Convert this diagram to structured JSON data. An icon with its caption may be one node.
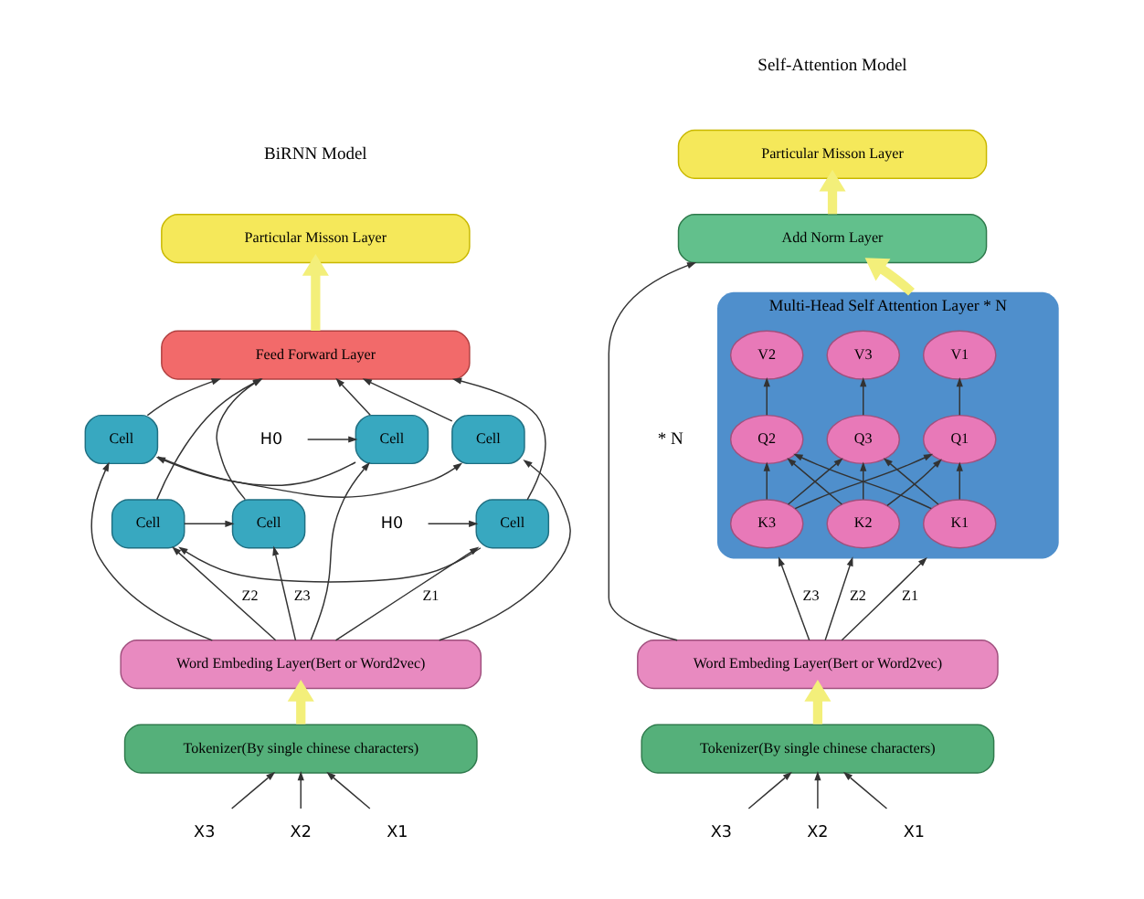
{
  "diagram": {
    "nodes": [
      {
        "text": [
          "Particular Misson Layer"
        ]
      },
      {
        "text": [
          "Feed Forward Layer"
        ]
      },
      {
        "text": [
          "Cell"
        ]
      },
      {
        "text": [
          "Cell"
        ]
      },
      {
        "text": [
          "Cell"
        ]
      },
      {
        "text": [
          "Cell"
        ]
      },
      {
        "text": [
          "Cell"
        ]
      },
      {
        "text": [
          "Cell"
        ]
      },
      {
        "text": [
          "H0"
        ]
      },
      {
        "text": [
          "H0"
        ]
      },
      {
        "text": [
          "Word Embeding Layer(Bert or Word2vec)"
        ]
      },
      {
        "text": [
          "Tokenizer(By single chinese characters)"
        ]
      },
      {
        "text": [
          "X1"
        ]
      },
      {
        "text": [
          "X2"
        ]
      },
      {
        "text": [
          "X3"
        ]
      },
      {
        "text": [
          "Particular Misson Layer"
        ]
      },
      {
        "text": [
          "Add Norm Layer"
        ]
      },
      {
        "text": [
          "Multi-Head Self Attention Layer * N"
        ]
      },
      {
        "text": [
          "V1"
        ],
        "in": 17
      },
      {
        "text": [
          "V2"
        ],
        "in": 17
      },
      {
        "text": [
          "V3"
        ],
        "in": 17
      },
      {
        "text": [
          "Q1"
        ],
        "in": 17
      },
      {
        "text": [
          "Q2"
        ],
        "in": 17
      },
      {
        "text": [
          "Q3"
        ],
        "in": 17
      },
      {
        "text": [
          "K1"
        ],
        "in": 17
      },
      {
        "text": [
          "K2"
        ],
        "in": 17
      },
      {
        "text": [
          "K3"
        ],
        "in": 17
      },
      {
        "text": [
          "Word Embeding Layer(Bert or Word2vec)"
        ]
      },
      {
        "text": [
          "Tokenizer(By single chinese characters)"
        ]
      },
      {
        "text": [
          "X1"
        ]
      },
      {
        "text": [
          "X2"
        ]
      },
      {
        "text": [
          "X3"
        ]
      }
    ],
    "edges": [
      {
        "from": 12,
        "to": 11,
        "arrow": "to"
      },
      {
        "from": 13,
        "to": 11,
        "arrow": "to"
      },
      {
        "from": 14,
        "to": 11,
        "arrow": "to"
      },
      {
        "from": 11,
        "to": 10,
        "arrow": "to",
        "style": "thick",
        "color": "#f3ef7a"
      },
      {
        "from": 10,
        "to": 5,
        "label": "Z1",
        "arrow": "to"
      },
      {
        "from": 10,
        "to": 6,
        "label": "Z2",
        "arrow": "to"
      },
      {
        "from": 10,
        "to": 7,
        "label": "Z3",
        "arrow": "to"
      },
      {
        "from": 10,
        "to": 2,
        "arrow": "to"
      },
      {
        "from": 10,
        "to": 3,
        "arrow": "to"
      },
      {
        "from": 10,
        "to": 4,
        "arrow": "to"
      },
      {
        "from": 9,
        "to": 5,
        "arrow": "to"
      },
      {
        "from": 5,
        "to": 6,
        "arrow": "to"
      },
      {
        "from": 6,
        "to": 7,
        "arrow": "to"
      },
      {
        "from": 8,
        "to": 4,
        "arrow": "to"
      },
      {
        "from": 4,
        "to": 3,
        "arrow": "to"
      },
      {
        "from": 3,
        "to": 2,
        "arrow": "to"
      },
      {
        "from": 5,
        "to": 1,
        "arrow": "to"
      },
      {
        "from": 2,
        "to": 1,
        "arrow": "to"
      },
      {
        "from": 6,
        "to": 1,
        "arrow": "to"
      },
      {
        "from": 3,
        "to": 1,
        "arrow": "to"
      },
      {
        "from": 7,
        "to": 1,
        "arrow": "to"
      },
      {
        "from": 4,
        "to": 1,
        "arrow": "to"
      },
      {
        "from": 1,
        "to": 0,
        "arrow": "to",
        "style": "thick",
        "color": "#f3ef7a"
      },
      {
        "from": 29,
        "to": 28,
        "arrow": "to"
      },
      {
        "from": 30,
        "to": 28,
        "arrow": "to"
      },
      {
        "from": 31,
        "to": 28,
        "arrow": "to"
      },
      {
        "from": 28,
        "to": 27,
        "arrow": "to",
        "style": "thick",
        "color": "#f3ef7a"
      },
      {
        "from": 27,
        "to": 17,
        "label": "Z1",
        "arrow": "to"
      },
      {
        "from": 27,
        "to": 17,
        "label": "Z2",
        "arrow": "to"
      },
      {
        "from": 27,
        "to": 17,
        "label": "Z3",
        "arrow": "to"
      },
      {
        "from": 24,
        "to": 21,
        "arrow": "to"
      },
      {
        "from": 24,
        "to": 22,
        "arrow": "to"
      },
      {
        "from": 24,
        "to": 23,
        "arrow": "to"
      },
      {
        "from": 25,
        "to": 21,
        "arrow": "to"
      },
      {
        "from": 25,
        "to": 22,
        "arrow": "to"
      },
      {
        "from": 25,
        "to": 23,
        "arrow": "to"
      },
      {
        "from": 26,
        "to": 21,
        "arrow": "to"
      },
      {
        "from": 26,
        "to": 22,
        "arrow": "to"
      },
      {
        "from": 26,
        "to": 23,
        "arrow": "to"
      },
      {
        "from": 21,
        "to": 18,
        "arrow": "to"
      },
      {
        "from": 22,
        "to": 19,
        "arrow": "to"
      },
      {
        "from": 23,
        "to": 20,
        "arrow": "to"
      },
      {
        "from": 27,
        "to": 16,
        "arrow": "to"
      },
      {
        "from": 17,
        "to": 16,
        "arrow": "to",
        "style": "thick",
        "color": "#f3ef7a"
      },
      {
        "from": 16,
        "to": 15,
        "arrow": "to",
        "style": "thick",
        "color": "#f3ef7a"
      }
    ],
    "labels": [
      "BiRNN Model",
      "Self-Attention Model",
      "* N"
    ]
  }
}
